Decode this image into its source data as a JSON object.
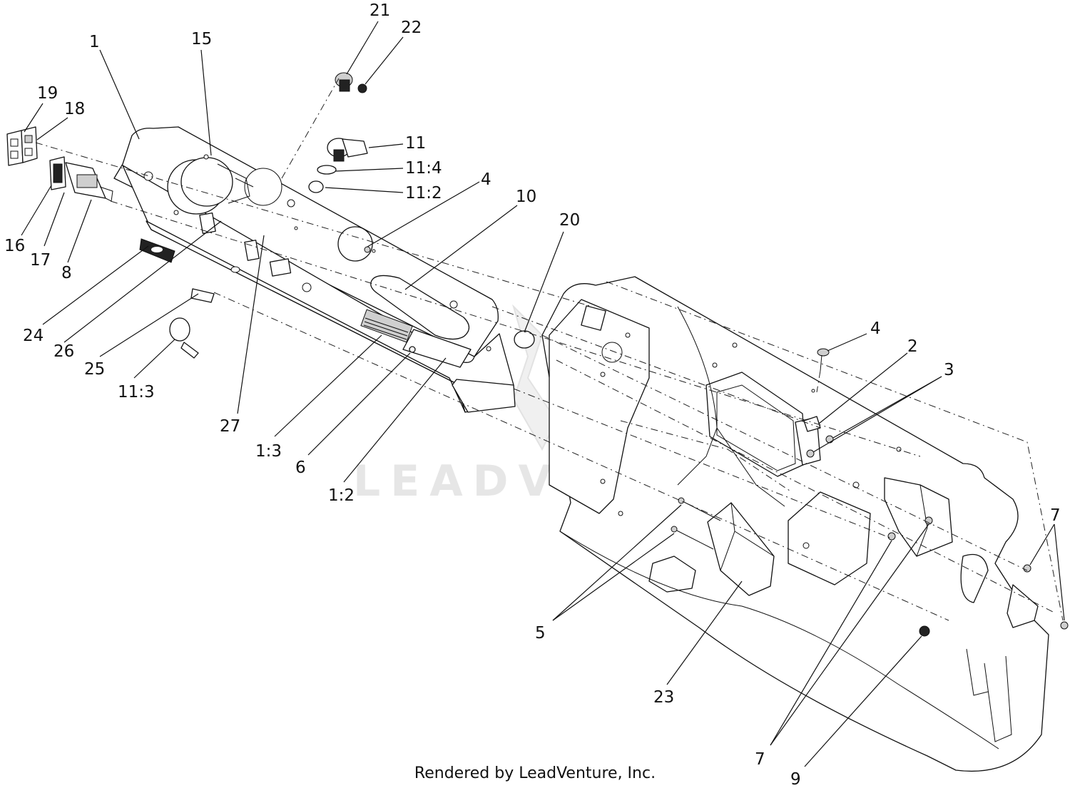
{
  "watermark": {
    "text": "LEADVENTURE"
  },
  "footer": {
    "credit": "Rendered by LeadVenture, Inc."
  },
  "callouts": {
    "c1": "1",
    "c15": "15",
    "c19": "19",
    "c18": "18",
    "c21": "21",
    "c22": "22",
    "c11": "11",
    "c11_4": "11:4",
    "c11_2": "11:2",
    "c4a": "4",
    "c10": "10",
    "c20": "20",
    "c16": "16",
    "c17": "17",
    "c8": "8",
    "c24": "24",
    "c26": "26",
    "c25": "25",
    "c11_3": "11:3",
    "c27": "27",
    "c1_3": "1:3",
    "c6": "6",
    "c1_2": "1:2",
    "c4b": "4",
    "c2": "2",
    "c3": "3",
    "c7a": "7",
    "c5": "5",
    "c23": "23",
    "c7b": "7",
    "c9": "9"
  }
}
